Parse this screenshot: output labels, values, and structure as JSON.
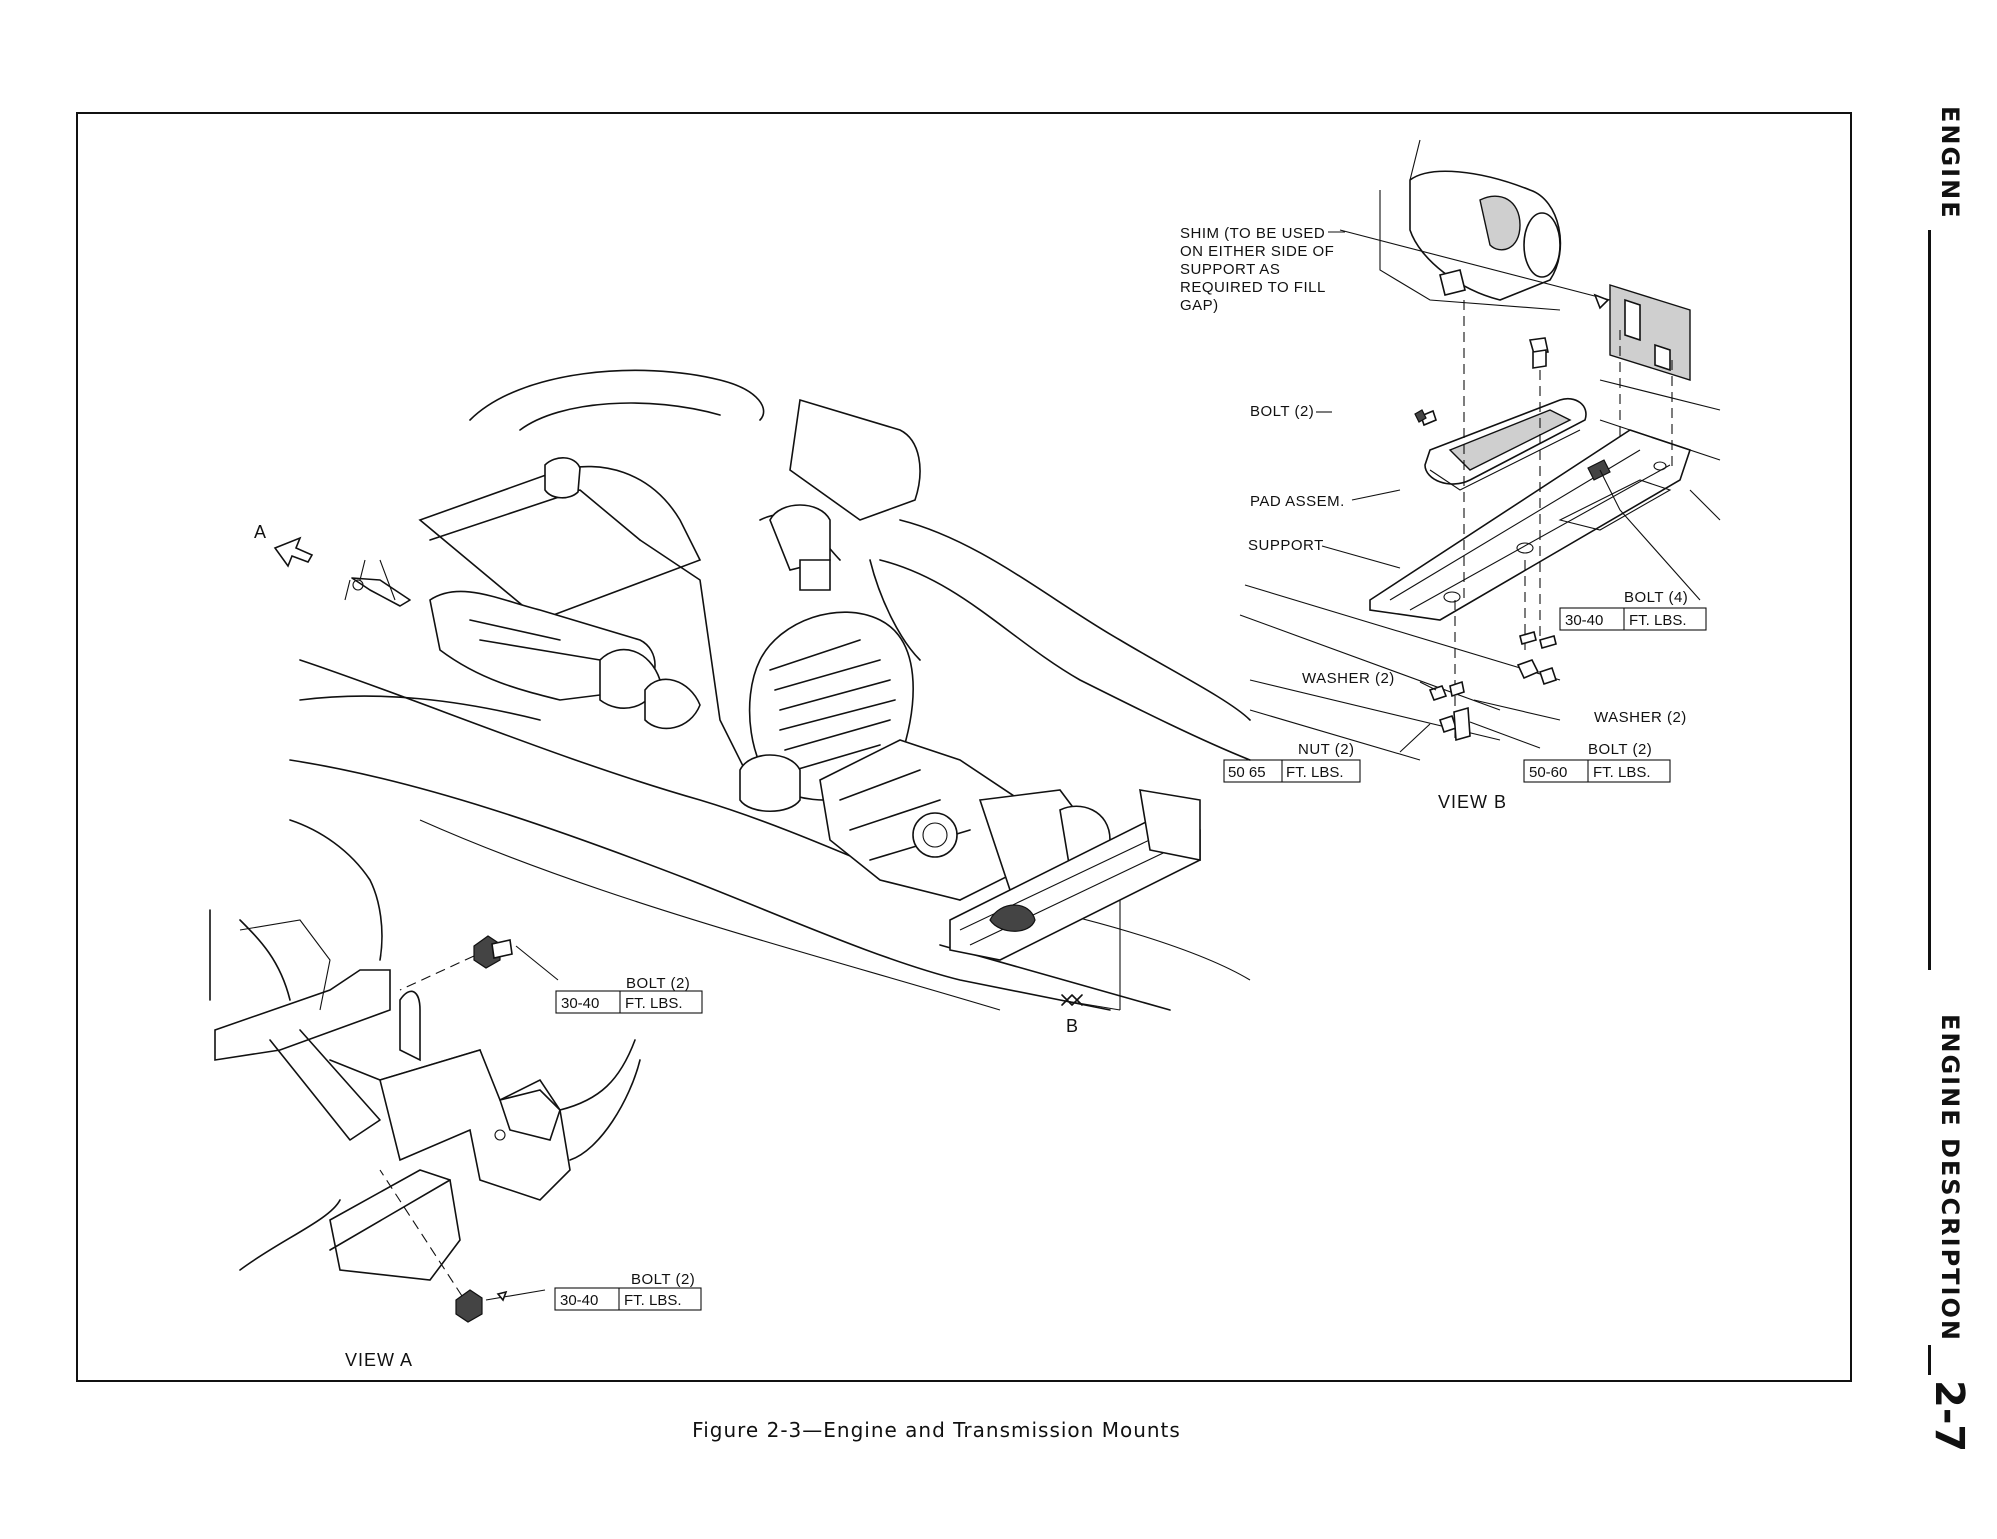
{
  "page": {
    "side_section": "ENGINE",
    "side_chapter": "ENGINE DESCRIPTION",
    "page_number": "2-7",
    "caption": "Figure 2-3—Engine and Transmission Mounts"
  },
  "figure": {
    "view_b_pointer": "B",
    "view_a_pointer": "A",
    "view_a": {
      "title": "VIEW A",
      "bolt_upper": {
        "label": "BOLT (2)",
        "torque_value": "30-40",
        "torque_unit": "FT. LBS."
      },
      "bolt_lower": {
        "label": "BOLT (2)",
        "torque_value": "30-40",
        "torque_unit": "FT. LBS."
      }
    },
    "view_b": {
      "title": "VIEW B",
      "shim_note": [
        "SHIM (TO BE USED",
        "ON EITHER SIDE OF",
        "SUPPORT AS",
        "REQUIRED TO FILL",
        "GAP)"
      ],
      "bolt_top": "BOLT (2)",
      "pad_assem": "PAD ASSEM.",
      "support": "SUPPORT",
      "bolt_4": {
        "label": "BOLT (4)",
        "torque_value": "30-40",
        "torque_unit": "FT. LBS."
      },
      "washer_left": "WASHER (2)",
      "washer_right": "WASHER (2)",
      "nut": {
        "label": "NUT (2)",
        "torque_value": "50 65",
        "torque_unit": "FT. LBS."
      },
      "bolt_lower": {
        "label": "BOLT (2)",
        "torque_value": "50-60",
        "torque_unit": "FT. LBS."
      }
    }
  }
}
